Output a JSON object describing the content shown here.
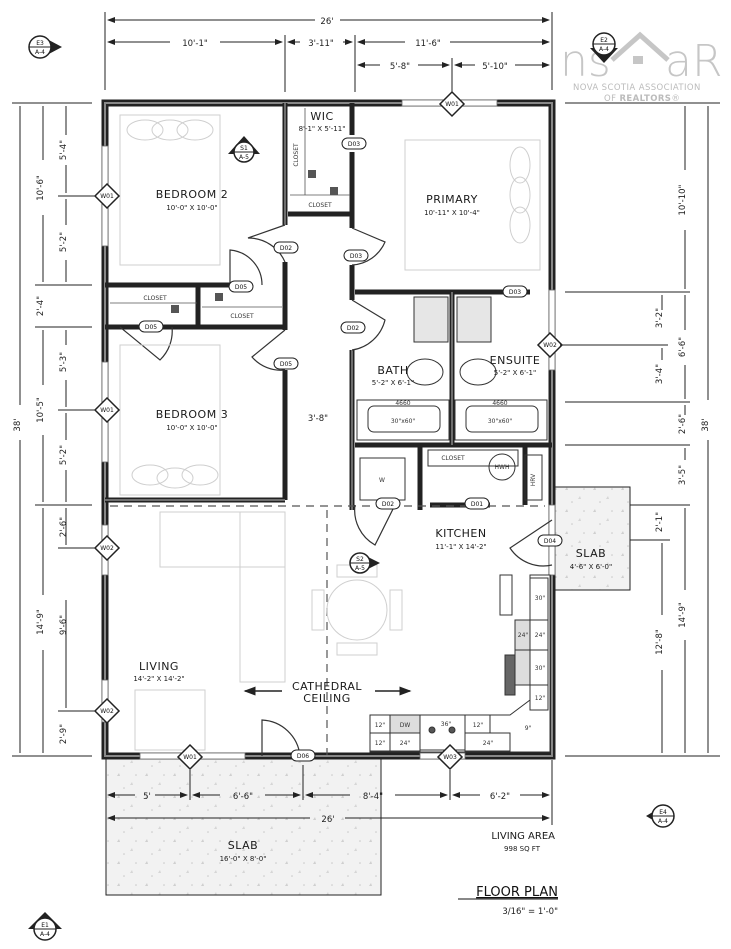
{
  "logo": {
    "mark": "ns aR",
    "line1": "NOVA SCOTIA ASSOCIATION",
    "line2_prefix": "OF ",
    "line2_bold": "REALTORS",
    "reg": "®"
  },
  "title": {
    "name": "FLOOR PLAN",
    "scale": "3/16\" = 1'-0\""
  },
  "living_area": {
    "label": "LIVING AREA",
    "value": "998 SQ FT"
  },
  "rooms": {
    "bedroom2": {
      "name": "BEDROOM 2",
      "size": "10'-0\" X 10'-0\""
    },
    "wic": {
      "name": "WIC",
      "size": "8'-1\" X 5'-11\""
    },
    "primary": {
      "name": "PRIMARY",
      "size": "10'-11\" X 10'-4\""
    },
    "bedroom3": {
      "name": "BEDROOM 3",
      "size": "10'-0\" X 10'-0\""
    },
    "bath": {
      "name": "BATH",
      "size": "5'-2\" X 6'-1\""
    },
    "ensuite": {
      "name": "ENSUITE",
      "size": "5'-2\" X 6'-1\""
    },
    "kitchen": {
      "name": "KITCHEN",
      "size": "11'-1\" X 14'-2\""
    },
    "living": {
      "name": "LIVING",
      "size": "14'-2\" X 14'-2\""
    },
    "slab_side": {
      "name": "SLAB",
      "size": "4'-6\" X 6'-0\""
    },
    "slab_front": {
      "name": "SLAB",
      "size": "16'-0\" X 8'-0\""
    }
  },
  "labels": {
    "closet": "CLOSET",
    "cathedral_1": "CATHEDRAL",
    "cathedral_2": "CEILING",
    "tub": "30\"x60\"",
    "tub_spec": "4660",
    "hwh": "HWH",
    "hrv": "HRV",
    "washer": "W",
    "dw": "DW",
    "hall_width": "3'-8\""
  },
  "cabinets": {
    "bottom_upper": [
      "12\"",
      "DW",
      "36\"",
      "12\""
    ],
    "bottom_lower": [
      "12\"",
      "24\"",
      "24\""
    ],
    "right_side": [
      "30\"",
      "24\"",
      "24\"",
      "30\"",
      "12\"",
      "9\""
    ]
  },
  "tags": {
    "windows": [
      "W01",
      "W01",
      "W01",
      "W02",
      "W02",
      "W02",
      "W03",
      "W01"
    ],
    "doors": [
      "D01",
      "D02",
      "D03",
      "D04",
      "D05",
      "D06"
    ]
  },
  "section_markers": [
    {
      "id": "E3",
      "sheet": "A-4"
    },
    {
      "id": "E2",
      "sheet": "A-4"
    },
    {
      "id": "S1",
      "sheet": "A-5"
    },
    {
      "id": "S2",
      "sheet": "A-5"
    },
    {
      "id": "E4",
      "sheet": "A-4"
    },
    {
      "id": "E1",
      "sheet": "A-4"
    }
  ],
  "dimensions": {
    "top_overall": "26'",
    "top_row2": [
      "10'-1\"",
      "3'-11\"",
      "11'-6\""
    ],
    "top_row3": [
      "5'-8\"",
      "5'-10\""
    ],
    "left_overall": "38'",
    "left_row2": [
      "10'-6\"",
      "2'-4\"",
      "10'-5\"",
      "14'-9\""
    ],
    "left_row3": [
      "5'-4\"",
      "5'-2\"",
      "5'-3\"",
      "5'-2\"",
      "2'-6\"",
      "9'-6\"",
      "2'-9\""
    ],
    "right_overall": "38'",
    "right_row2": [
      "10'-10\"",
      "6'-6\"",
      "2'-6\"",
      "3'-5\"",
      "14'-9\""
    ],
    "right_row3": [
      "3'-2\"",
      "3'-4\"",
      "2'-1\"",
      "12'-8\""
    ],
    "bottom_row1": [
      "5'",
      "6'-6\"",
      "8'-4\"",
      "6'-2\""
    ],
    "bottom_overall": "26'"
  }
}
